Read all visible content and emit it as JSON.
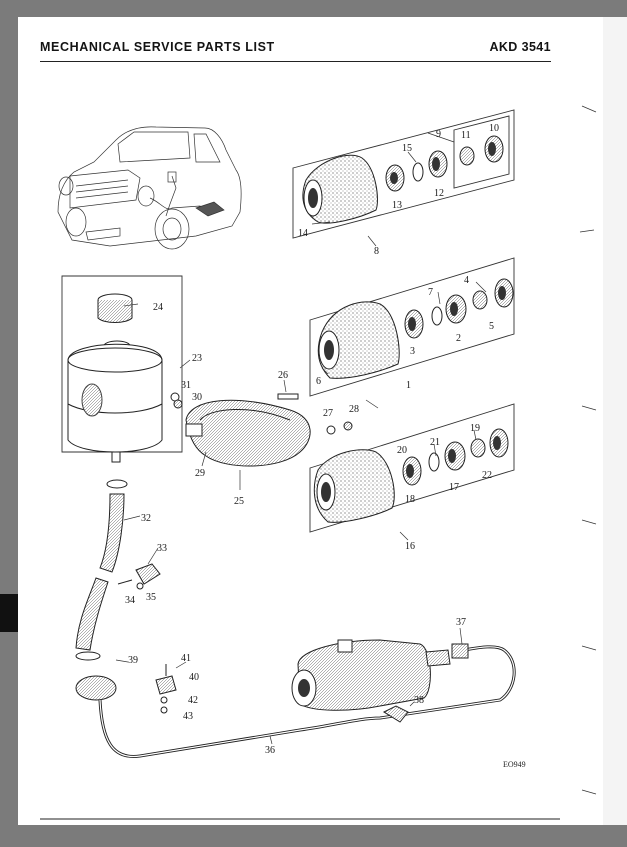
{
  "header": {
    "title": "MECHANICAL SERVICE PARTS LIST",
    "code": "AKD 3541"
  },
  "figure_ref": "EO949",
  "callouts": [
    "1",
    "2",
    "3",
    "4",
    "5",
    "6",
    "7",
    "8",
    "9",
    "10",
    "11",
    "12",
    "13",
    "14",
    "15",
    "16",
    "17",
    "18",
    "19",
    "20",
    "21",
    "22",
    "23",
    "24",
    "25",
    "26",
    "27",
    "28",
    "29",
    "30",
    "31",
    "32",
    "33",
    "34",
    "35",
    "36",
    "37",
    "38",
    "39",
    "40",
    "41",
    "42",
    "43"
  ]
}
